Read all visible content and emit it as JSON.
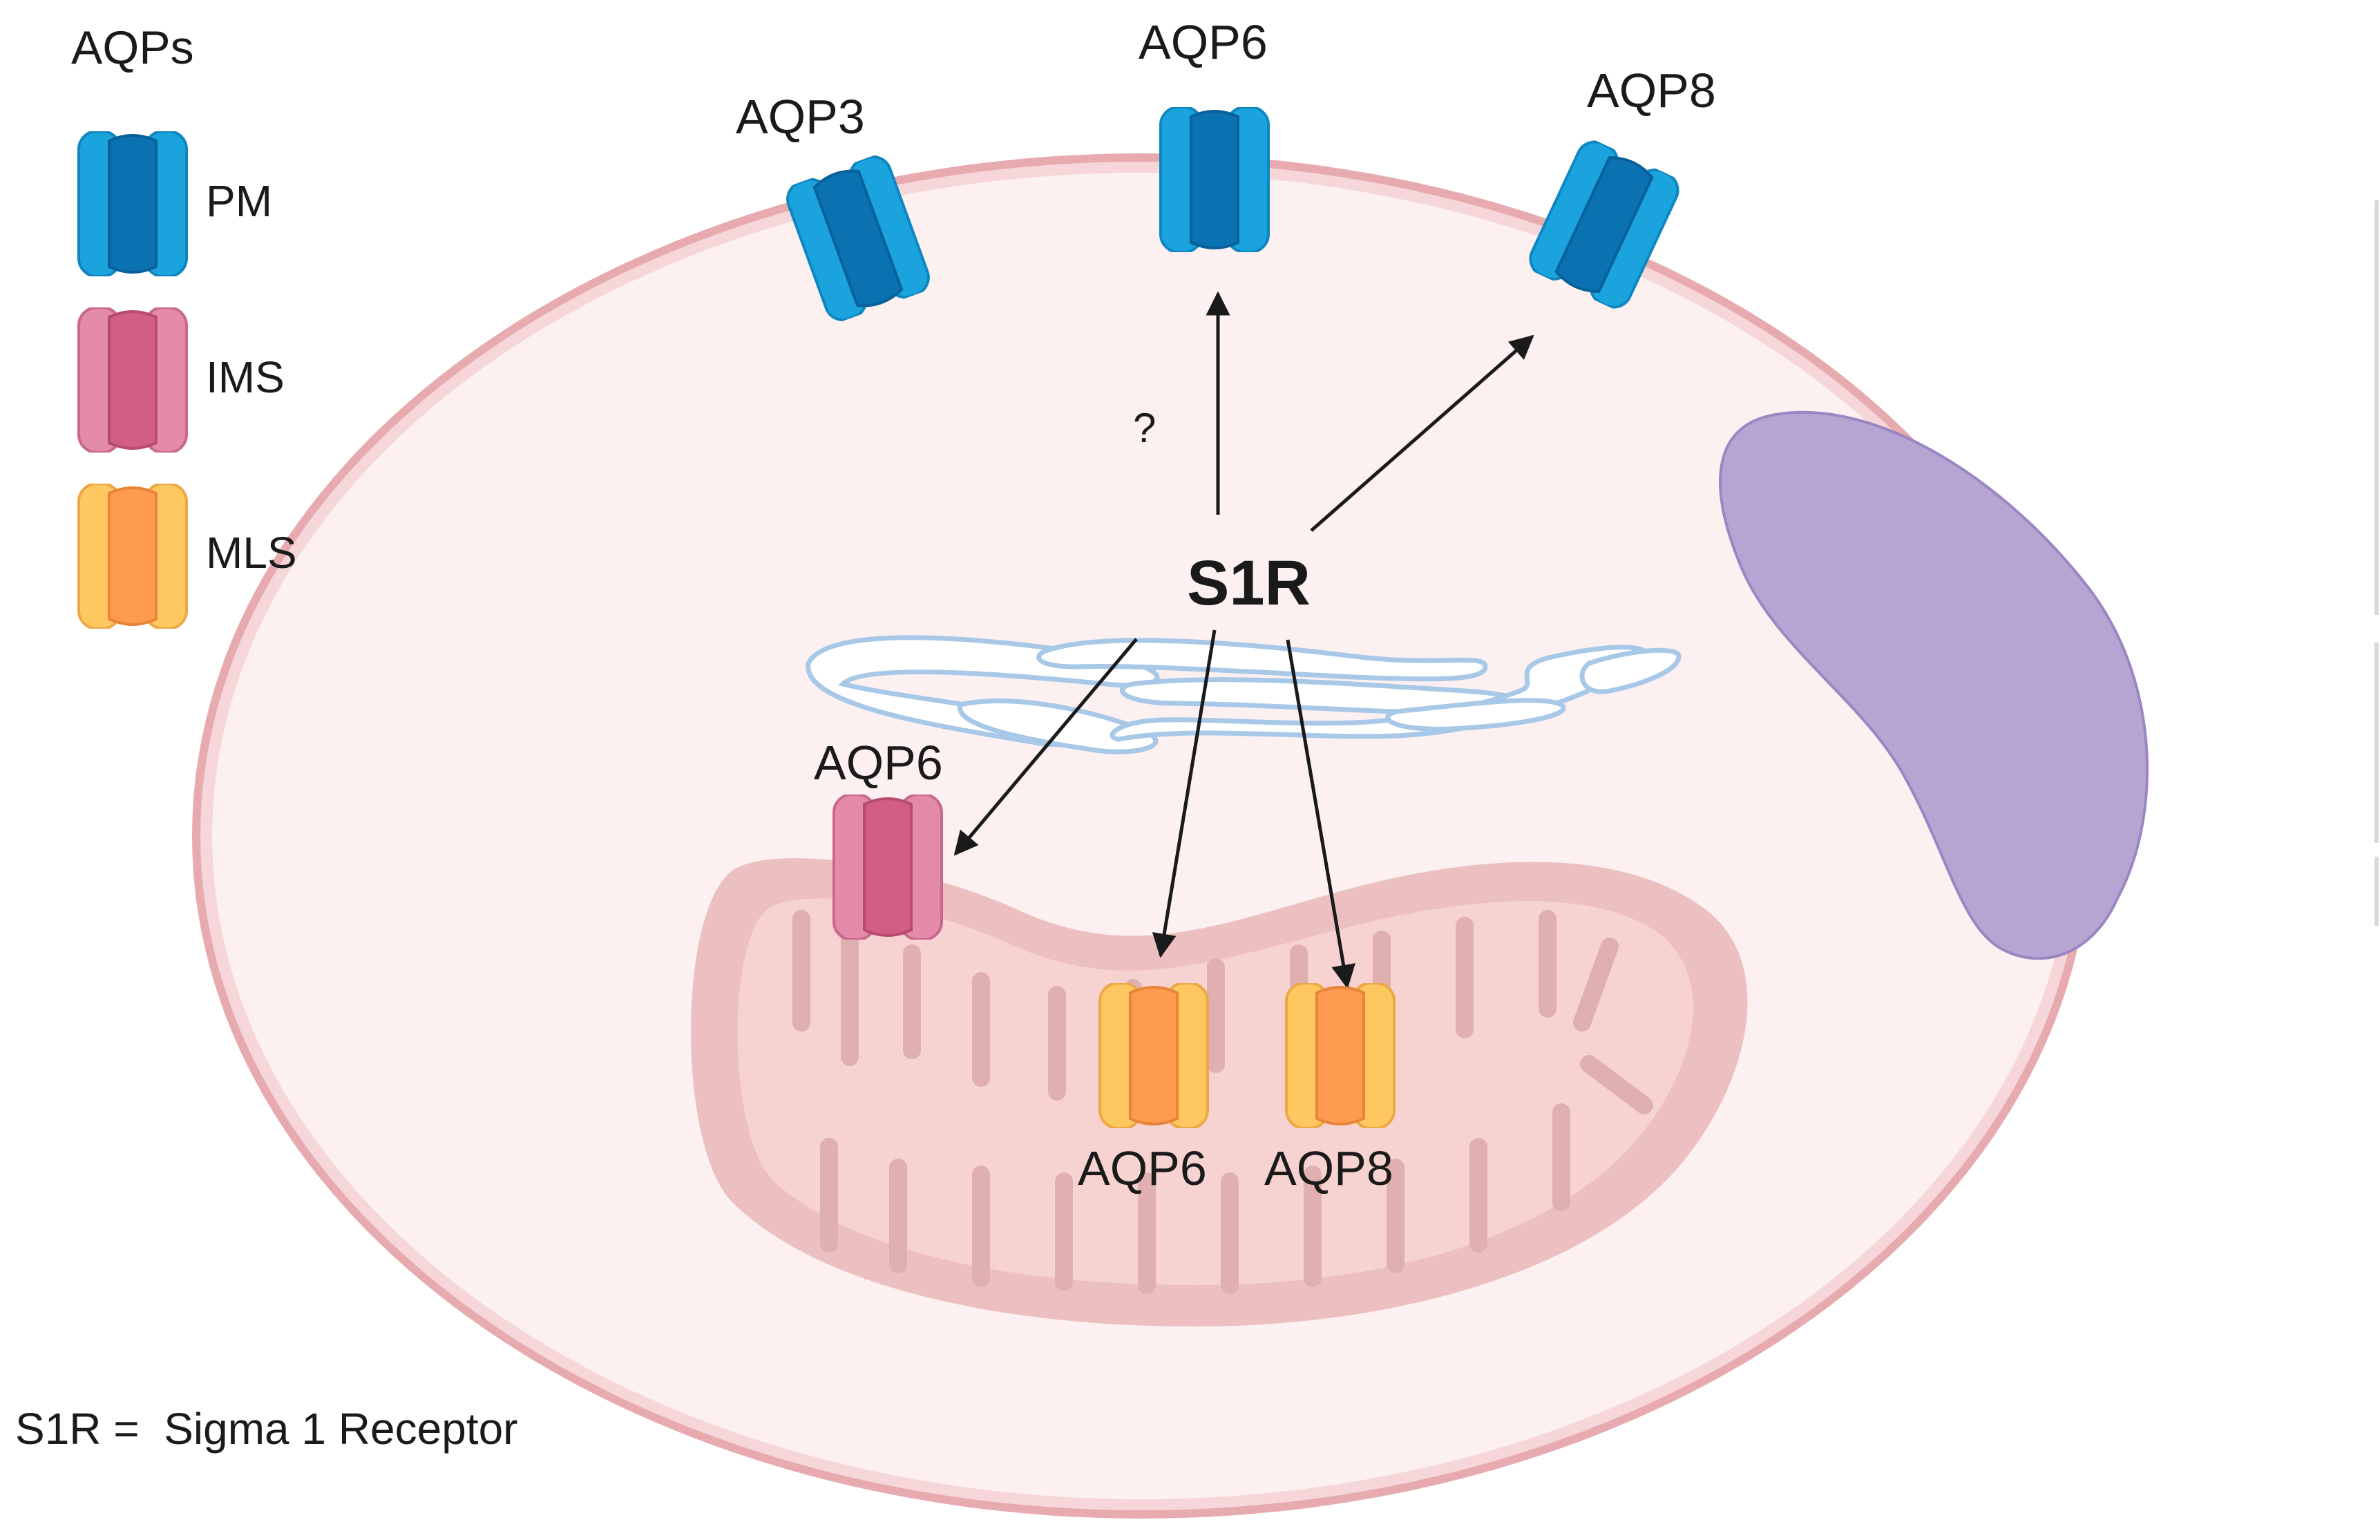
{
  "legend": {
    "title": "AQPs",
    "items": [
      {
        "label": "PM",
        "channel": "blue-aquaporin-icon"
      },
      {
        "label": "IMS",
        "channel": "pink-aquaporin-icon"
      },
      {
        "label": "MLS",
        "channel": "orange-aquaporin-icon"
      }
    ]
  },
  "membrane": {
    "aqp3": "AQP3",
    "aqp6": "AQP6",
    "aqp8": "AQP8"
  },
  "center": {
    "label": "S1R",
    "question": "?"
  },
  "mitochondria": {
    "ims_aqp6": "AQP6",
    "mls_aqp6": "AQP6",
    "mls_aqp8": "AQP8"
  },
  "footnote": "S1R =  Sigma 1 Receptor",
  "colors": {
    "pm_outer": "#1aa3dc",
    "pm_inner": "#0a72b0",
    "ims_outer": "#e48aaa",
    "ims_inner": "#d35e84",
    "mls_outer": "#ffc760",
    "mls_inner": "#ff9b4e",
    "cell_fill": "#fcf0f1",
    "cell_border": "#e7aaae",
    "nucleus": "#b6a5d2",
    "mito": "#ecc0c0",
    "er": "#a8c8e8"
  }
}
